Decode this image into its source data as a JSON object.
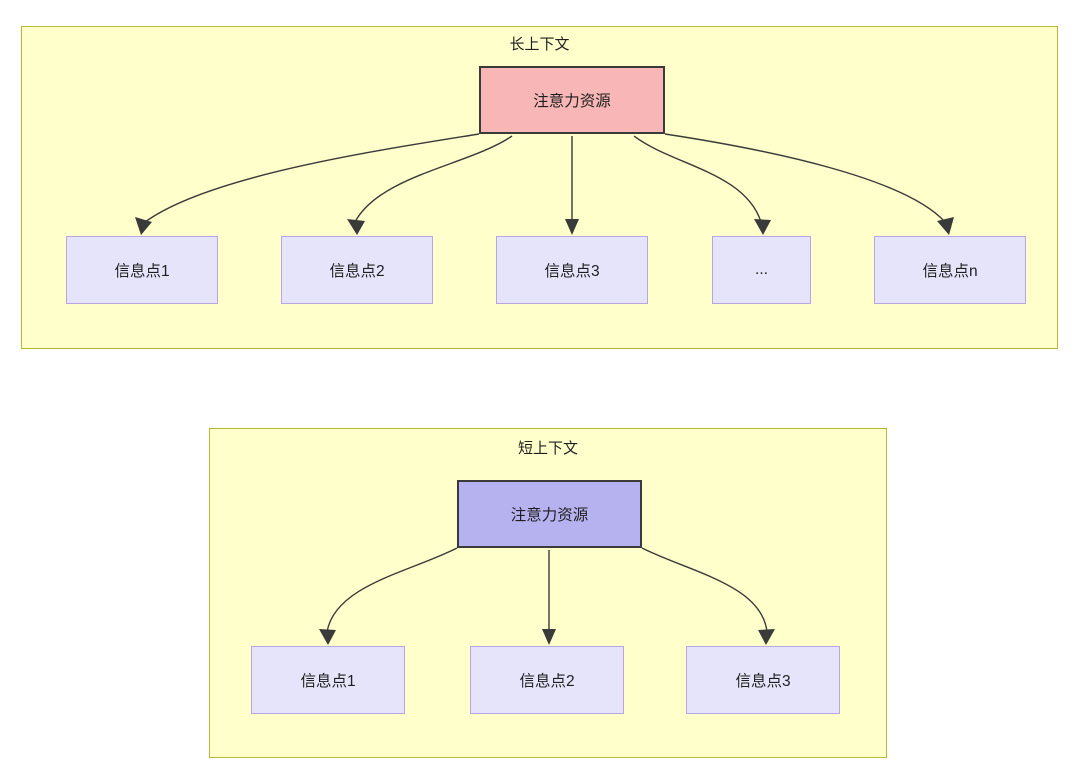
{
  "diagram": {
    "title_semantics": "attention-resource-allocation-long-vs-short-context",
    "colors": {
      "container_fill": "#ffffcc",
      "container_border": "#b8b832",
      "attention_long_fill": "#f8b6b6",
      "attention_short_fill": "#b6b2ef",
      "attention_border": "#3a3a3a",
      "info_fill": "#e6e4fb",
      "info_border": "#b9a6e8",
      "edge_stroke": "#3a3a3a",
      "text": "#1f1f1f"
    },
    "groups": [
      {
        "id": "long-context",
        "label": "长上下文",
        "root": {
          "label": "注意力资源"
        },
        "children": [
          {
            "label": "信息点1"
          },
          {
            "label": "信息点2"
          },
          {
            "label": "信息点3"
          },
          {
            "label": "..."
          },
          {
            "label": "信息点n"
          }
        ]
      },
      {
        "id": "short-context",
        "label": "短上下文",
        "root": {
          "label": "注意力资源"
        },
        "children": [
          {
            "label": "信息点1"
          },
          {
            "label": "信息点2"
          },
          {
            "label": "信息点3"
          }
        ]
      }
    ]
  }
}
